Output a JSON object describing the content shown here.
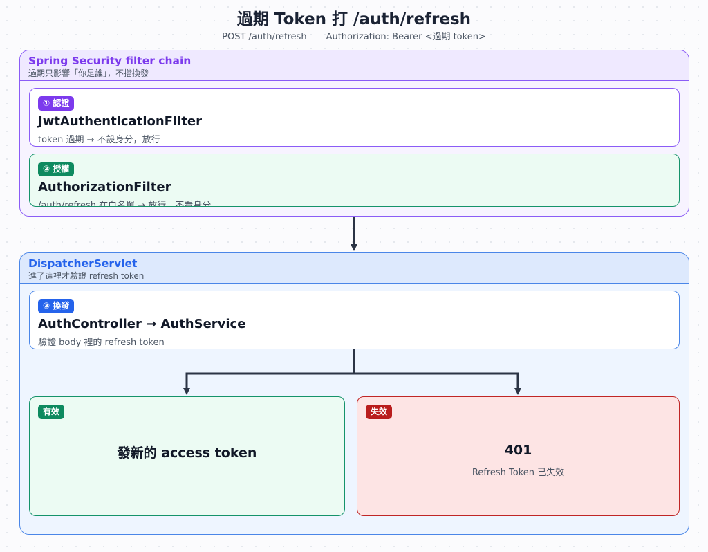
{
  "header": {
    "title": "過期 Token 打 /auth/refresh",
    "request_line": "POST /auth/refresh",
    "auth_header": "Authorization: Bearer <過期 token>"
  },
  "filter_chain": {
    "title": "Spring Security filter chain",
    "subtitle": "過期只影響「你是誰」，不擋換發",
    "auth_step": {
      "badge": "① 認證",
      "title": "JwtAuthenticationFilter",
      "desc": "token 過期 → 不設身分，放行"
    },
    "authz_step": {
      "badge": "② 授權",
      "title": "AuthorizationFilter",
      "desc": "/auth/refresh 在白名單 → 放行，不看身分"
    }
  },
  "dispatcher": {
    "title": "DispatcherServlet",
    "subtitle": "進了這裡才驗證 refresh token",
    "exchange_step": {
      "badge": "③ 換發",
      "title": "AuthController → AuthService",
      "desc": "驗證 body 裡的 refresh token"
    },
    "valid": {
      "badge": "有效",
      "result": "發新的 access token"
    },
    "invalid": {
      "badge": "失效",
      "code": "401",
      "message": "Refresh Token 已失效"
    }
  },
  "colors": {
    "filter_chain_accent": "#7c3aed",
    "dispatcher_accent": "#2563eb",
    "success": "#0e8a5f",
    "failure": "#b91c1c",
    "arrow": "#2b3445"
  }
}
